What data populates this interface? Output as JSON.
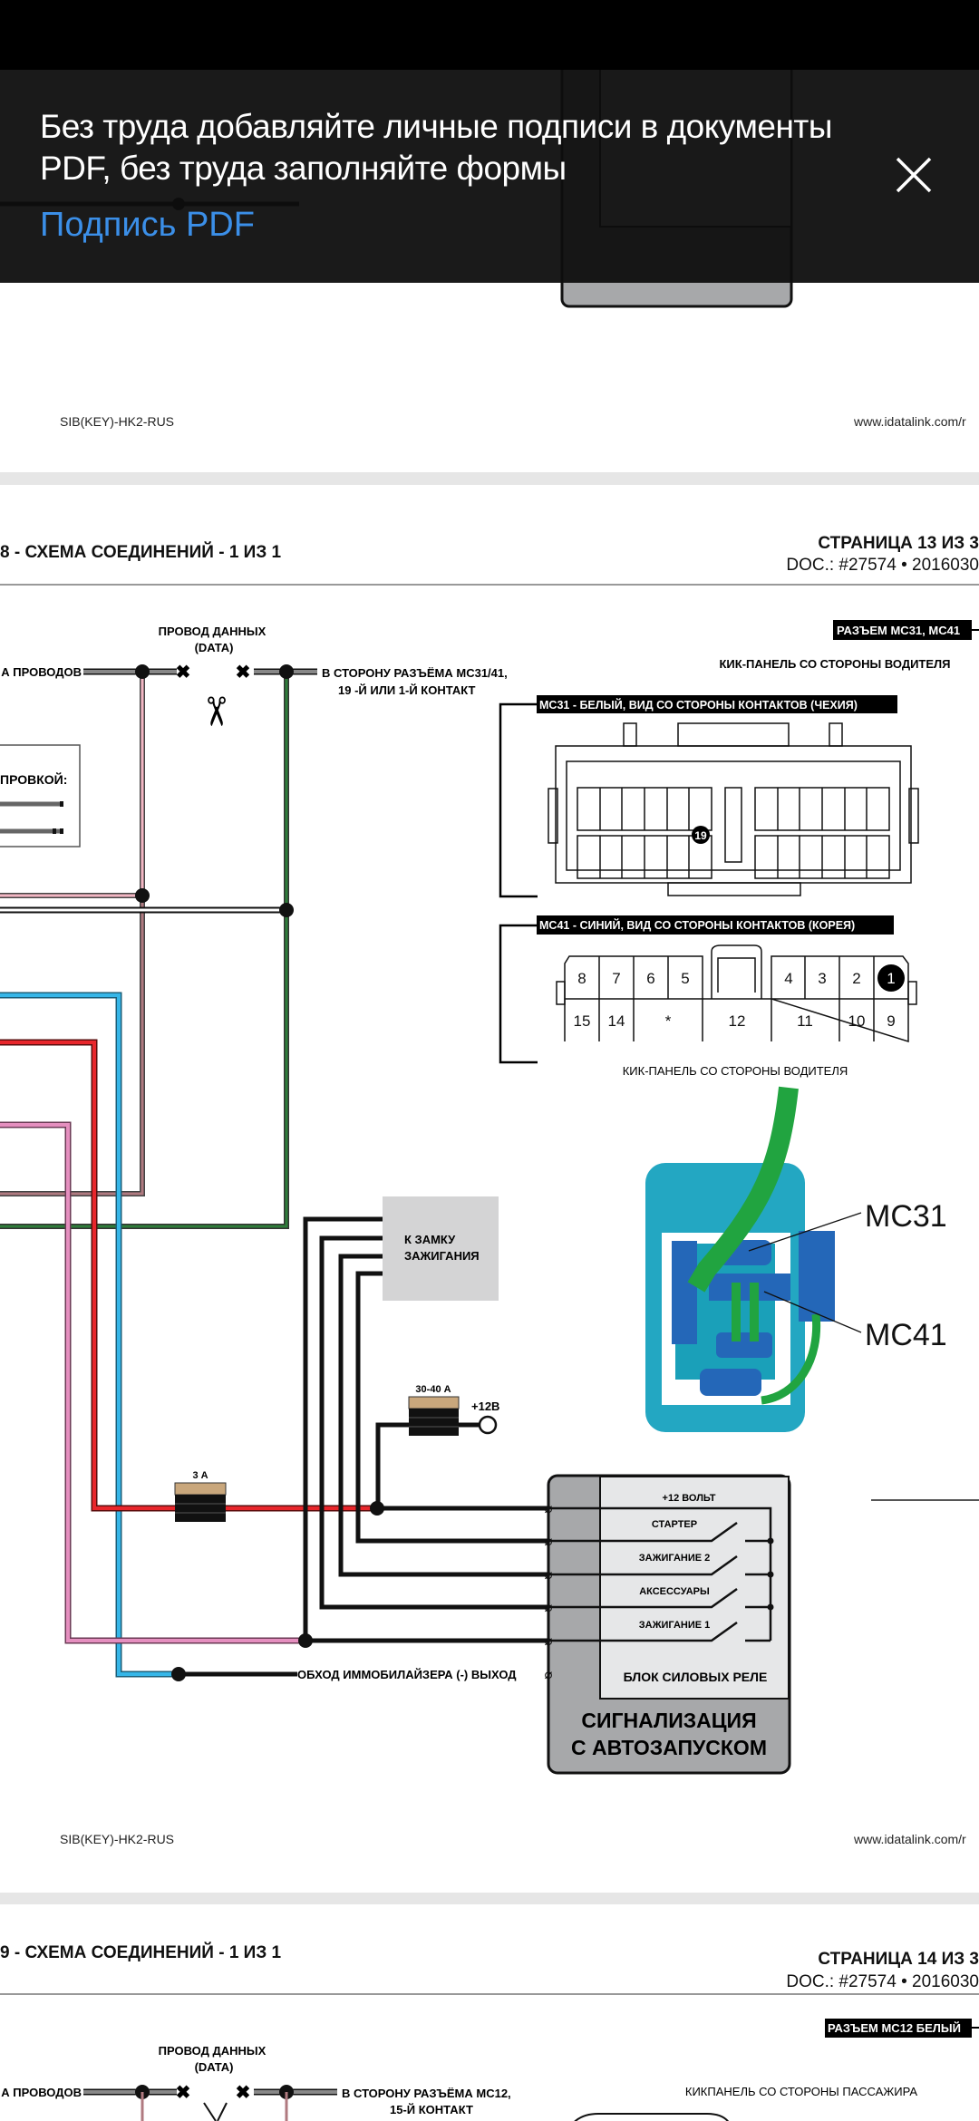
{
  "banner": {
    "message": "Без труда добавляйте личные подписи в документы PDF, без труда заполняйте формы",
    "link_label": "Подпись PDF",
    "close_icon": "close-icon",
    "link_color": "#3b8fe8"
  },
  "pages": [
    {
      "footer_left": "SIB(KEY)-HK2-RUS",
      "footer_right": "www.idatalink.com/r"
    },
    {
      "title": "8 - СХЕМА СОЕДИНЕНИЙ - 1 ИЗ 1",
      "page_number": "СТРАНИЦА 13 ИЗ 3",
      "doc": "DOC.: #27574 • 2016030",
      "footer_left": "SIB(KEY)-HK2-RUS",
      "footer_right": "www.idatalink.com/r",
      "diagram": {
        "data_wire_title": "ПРОВОД ДАННЫХ",
        "data_wire_sub": "(DATA)",
        "harness_label": "А ПРОВОДОВ",
        "to_connector_1": "В СТОРОНУ РАЗЪЁМА МС31/41,",
        "to_connector_2": "19 -Й ИЛИ 1-Й КОНТАКТ",
        "legend_label": "ПРОВКОЙ:",
        "ignition_1": "К ЗАМКУ",
        "ignition_2": "ЗАЖИГАНИЯ",
        "fuse_big": "30-40 А",
        "plus12": "+12В",
        "fuse_small": "3 А",
        "relay_12v": "+12 ВОЛЬТ",
        "relay_starter": "СТАРТЕР",
        "relay_ign2": "ЗАЖИГАНИЕ 2",
        "relay_acc": "АКСЕССУАРЫ",
        "relay_ign1": "ЗАЖИГАНИЕ 1",
        "relay_block": "БЛОК СИЛОВЫХ РЕЛЕ",
        "immobilizer": "ОБХОД ИММОБИЛАЙЗЕРА (-) ВЫХОД",
        "alarm_1": "СИГНАЛИЗАЦИЯ",
        "alarm_2": "С АВТОЗАПУСКОМ",
        "connector_header": "РАЗЪЕМ МС31, МС41",
        "kick_panel_top": "КИК-ПАНЕЛЬ СО СТОРОНЫ ВОДИТЕЛЯ",
        "mc31_label": "МС31 - БЕЛЫЙ, ВИД СО СТОРОНЫ КОНТАКТОВ (ЧЕХИЯ)",
        "mc31_pin": "19",
        "mc41_label": "МС41 - СИНИЙ, ВИД СО СТОРОНЫ КОНТАКТОВ (КОРЕЯ)",
        "mc41_top_pins": [
          "8",
          "7",
          "6",
          "5",
          "4",
          "3",
          "2",
          "1"
        ],
        "mc41_bottom_pins": [
          "15",
          "14",
          "*",
          "12",
          "11",
          "10",
          "9"
        ],
        "kick_panel_bottom": "КИК-ПАНЕЛЬ СО СТОРОНЫ ВОДИТЕЛЯ",
        "photo_mc31": "MC31",
        "photo_mc41": "MC41"
      },
      "wire_colors": {
        "red": "#e8262b",
        "blue": "#35b6e8",
        "pink": "#e58fbf",
        "green": "#2e7d3a",
        "mauve": "#b07a80"
      }
    },
    {
      "title": "9 - СХЕМА СОЕДИНЕНИЙ - 1 ИЗ 1",
      "page_number": "СТРАНИЦА 14 ИЗ 3",
      "doc": "DOC.: #27574 • 2016030",
      "diagram": {
        "connector_header": "РАЗЪЕМ МС12 БЕЛЫЙ",
        "data_wire_title": "ПРОВОД ДАННЫХ",
        "data_wire_sub": "(DATA)",
        "harness_label": "А ПРОВОДОВ",
        "to_connector_1": "В СТОРОНУ РАЗЪЁМА МС12,",
        "to_connector_2": "15-Й КОНТАКТ",
        "kick_panel": "КИКПАНЕЛЬ СО СТОРОНЫ ПАССАЖИРА"
      }
    }
  ]
}
